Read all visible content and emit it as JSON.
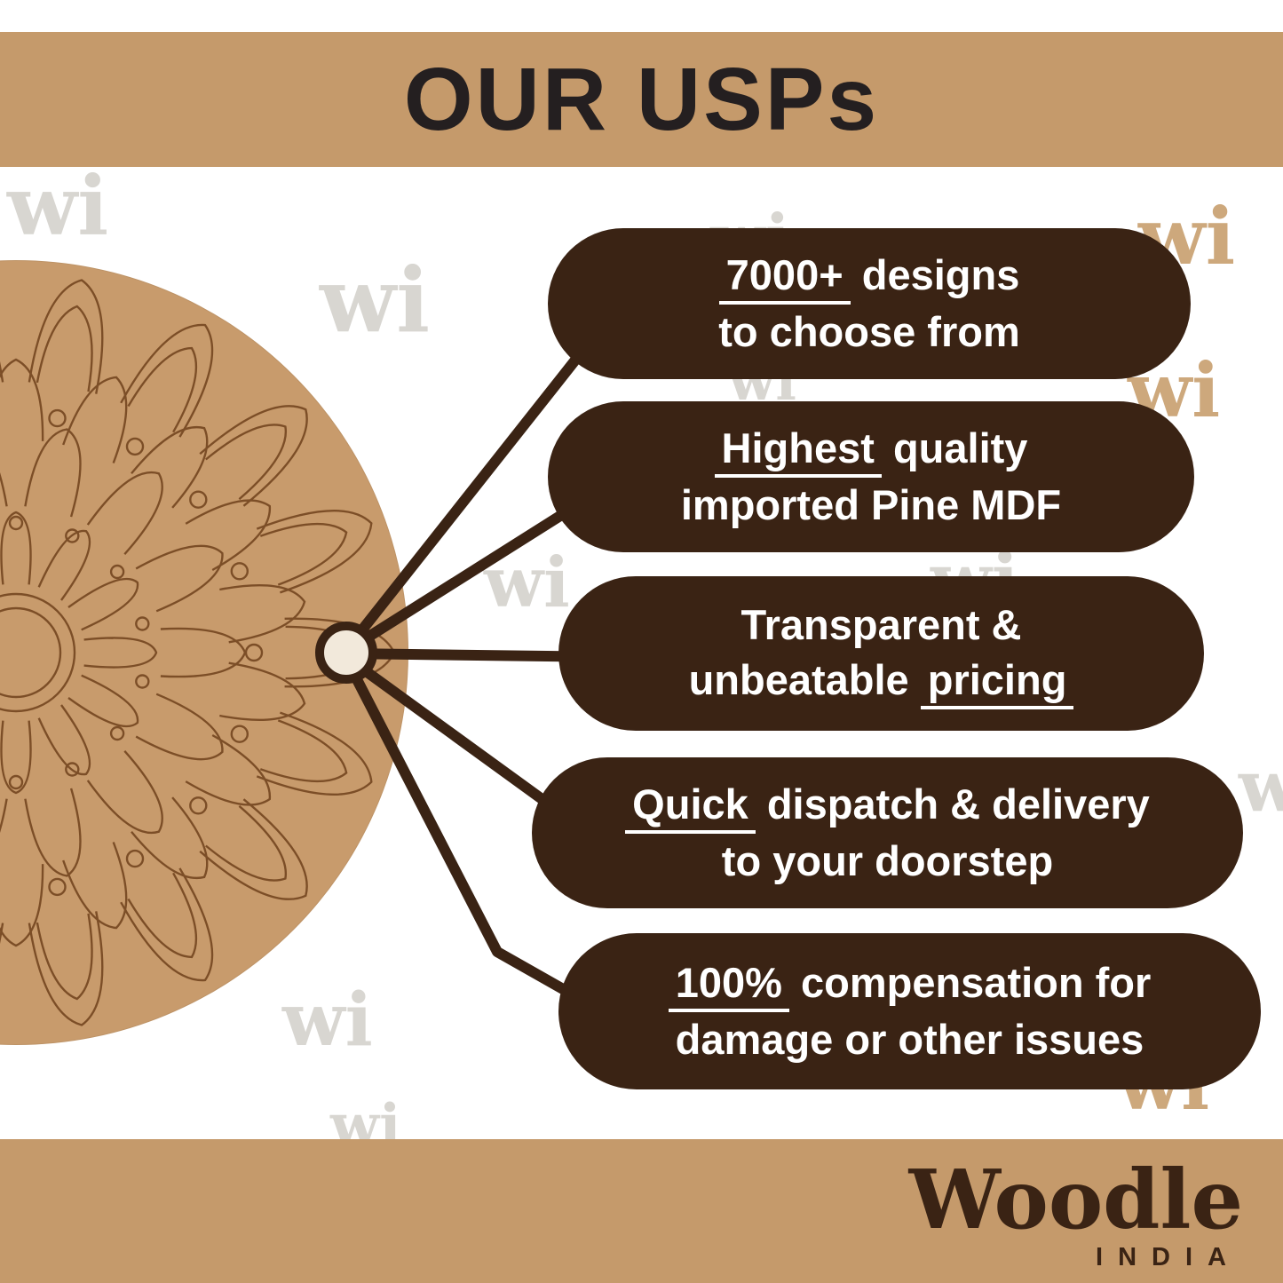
{
  "header": {
    "title": "OUR USPs"
  },
  "usps": [
    {
      "lines": [
        {
          "pre": "",
          "u": "7000+",
          "post": " designs"
        },
        {
          "pre": "to choose from",
          "u": "",
          "post": ""
        }
      ]
    },
    {
      "lines": [
        {
          "pre": "",
          "u": "Highest",
          "post": " quality"
        },
        {
          "pre": "imported Pine MDF",
          "u": "",
          "post": ""
        }
      ]
    },
    {
      "lines": [
        {
          "pre": "Transparent &",
          "u": "",
          "post": ""
        },
        {
          "pre": "unbeatable ",
          "u": "pricing",
          "post": ""
        }
      ]
    },
    {
      "lines": [
        {
          "pre": "",
          "u": "Quick",
          "post": " dispatch & delivery"
        },
        {
          "pre": "to your doorstep",
          "u": "",
          "post": ""
        }
      ]
    },
    {
      "lines": [
        {
          "pre": "",
          "u": "100%",
          "post": " compensation for"
        },
        {
          "pre": "damage or other issues",
          "u": "",
          "post": ""
        }
      ]
    }
  ],
  "footer": {
    "brand": "Woodle",
    "country": "INDIA"
  },
  "watermark": {
    "text": "wi"
  },
  "colors": {
    "band": "#C59A6B",
    "pill": "#3A2314",
    "pill_text": "#FFFFFF",
    "title": "#241F20",
    "wood": "#C89B6C",
    "line_art": "#7C4E27",
    "hub_fill": "#F2E9DB",
    "wm_gray": "#D8D6D1",
    "wm_tan": "#CDA87C",
    "bg": "#FFFFFF"
  }
}
